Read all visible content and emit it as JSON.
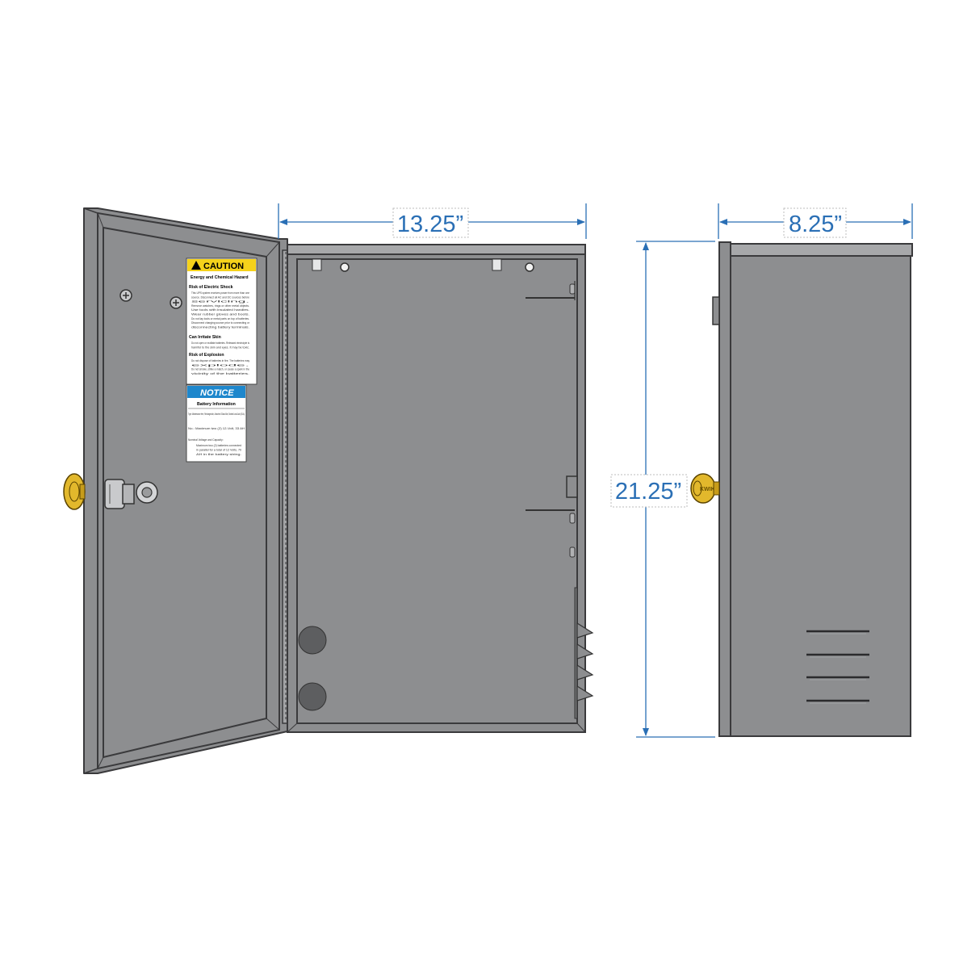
{
  "dimensions": {
    "width_label": "13.25”",
    "depth_label": "8.25”",
    "height_label": "21.25”"
  },
  "caution_label": {
    "header": "CAUTION",
    "title": "Energy and Chemical Hazard",
    "section1_title": "Risk of Electric Shock",
    "section1_lines": [
      "This UPS system receives power from more than one",
      "source. Disconnect all AC and DC sources before",
      "servicing.",
      "Remove watches, rings or other metal objects.",
      "Use tools with insulated handles.",
      "Wear rubber gloves and boots.",
      "Do not lay tools or metal parts on top of batteries.",
      "Disconnect charging source prior to connecting or",
      "disconnecting battery terminals."
    ],
    "section2_title": "Can Irritate Skin",
    "section2_lines": [
      "Do not open or mutilate batteries. Released electrolyte is",
      "harmful to the skin and eyes. It may be toxic."
    ],
    "section3_title": "Risk of Explosion",
    "section3_lines": [
      "Do not dispose of batteries in fire. The batteries may",
      "explode.",
      "Do not smoke, strike a match, or cause a spark in the",
      "vicinity of the batteries."
    ]
  },
  "notice_label": {
    "header": "NOTICE",
    "title": "Battery Information",
    "type_line": "Type:  Maintenance free, Rechargeable, Absorbed Glass Mat, Sealed Lead-Acid (SLA)",
    "no_line": "No.:  Maximum two (2) 12-Volt, 33 AH",
    "voltage_title": "Nominal Voltage and Capacity:",
    "voltage_lines": [
      "Maximum two (2) batteries connected",
      "in parallel for a total of 12 Volts, 70",
      "AH in the battery string."
    ]
  },
  "key_brand": "KWIK",
  "colors": {
    "cabinet_fill": "#8d8e90",
    "cabinet_stroke": "#3a3a3c",
    "dimension_line": "#2a6fb5",
    "caution_yellow": "#f5d21b",
    "notice_blue": "#1e87cc",
    "key_gold": "#e2b82c"
  }
}
